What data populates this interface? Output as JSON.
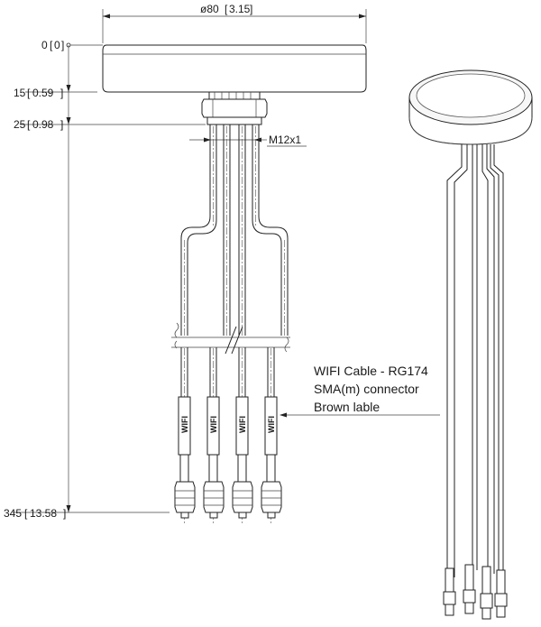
{
  "dimensions": {
    "diameter": "ø80",
    "diameter_inch": "3.15",
    "level_0": "0",
    "level_0_inch": "0",
    "level_15": "15",
    "level_15_inch": "0.59",
    "level_25": "25",
    "level_25_inch": "0.98",
    "level_345": "345",
    "level_345_inch": "13.58",
    "thread": "M12x1"
  },
  "cable_callout": {
    "line1": "WIFI Cable - RG174",
    "line2": "SMA(m) connector",
    "line3": "Brown lable"
  },
  "cable_label": "WIFI"
}
